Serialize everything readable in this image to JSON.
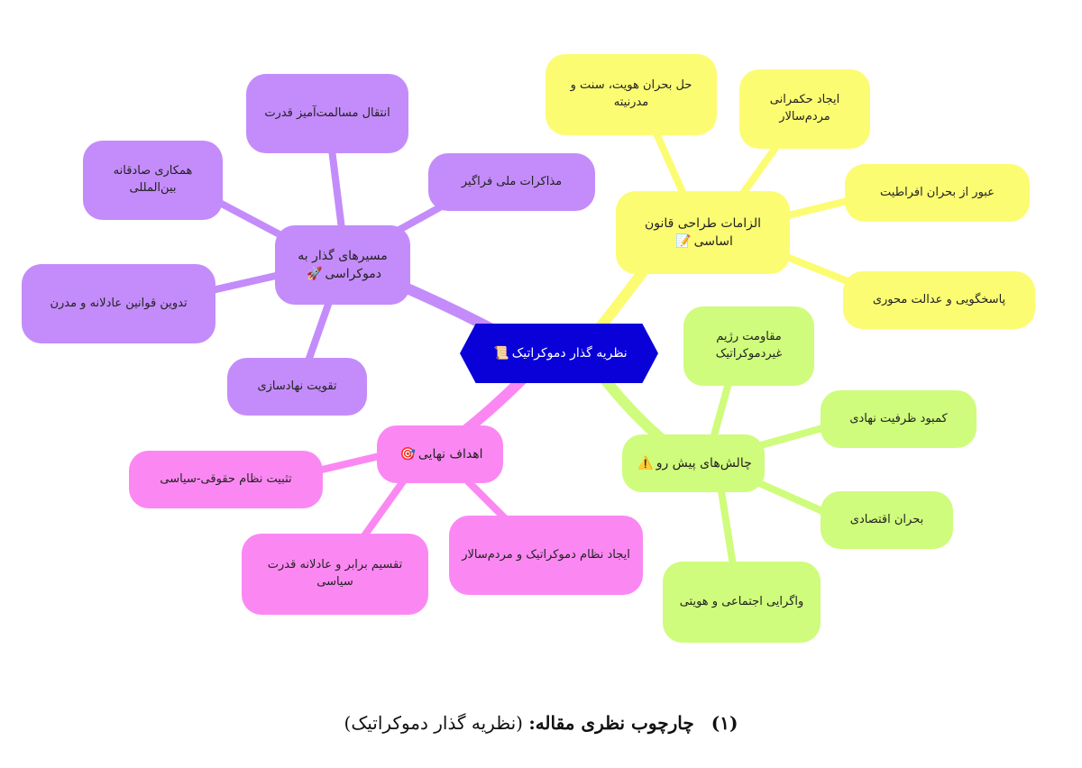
{
  "center": {
    "label": "نظریه گذار دموکراتیک",
    "icon": "scroll-icon",
    "color": "#0a00d8"
  },
  "branches": {
    "paths": {
      "label": "مسیرهای گذار به دموکراسی",
      "icon": "rocket-icon",
      "color": "#c48cfa",
      "children": [
        "انتقال مسالمت‌آمیز قدرت",
        "مذاکرات ملی فراگیر",
        "همکاری صادقانه بین‌المللی",
        "تدوین قوانین عادلانه و مدرن",
        "تقویت نهادسازی"
      ]
    },
    "requirements": {
      "label": "الزامات طراحی قانون اساسی",
      "icon": "memo-icon",
      "color": "#fcfc73",
      "children": [
        "حل بحران هویت، سنت و مدرنیته",
        "ایجاد حکمرانی مردم‌سالار",
        "عبور از بحران افراطیت",
        "پاسخگویی و عدالت محوری"
      ]
    },
    "challenges": {
      "label": "چالش‌های پیش رو",
      "icon": "warning-icon",
      "color": "#cffc7c",
      "children": [
        "مقاومت رژیم غیردموکراتیک",
        "کمبود ظرفیت نهادی",
        "بحران اقتصادی",
        "واگرایی اجتماعی و هویتی"
      ]
    },
    "goals": {
      "label": "اهداف نهایی",
      "icon": "target-icon",
      "color": "#fb88f2",
      "children": [
        "تثبیت نظام حقوقی-سیاسی",
        "تقسیم برابر و عادلانه قدرت سیاسی",
        "ایجاد نظام دموکراتیک و مردم‌سالار"
      ]
    }
  },
  "caption": {
    "number": "(۱)",
    "bold": "چارچوب نظری مقاله:",
    "rest": "(نظریه گذار دموکراتیک)"
  }
}
